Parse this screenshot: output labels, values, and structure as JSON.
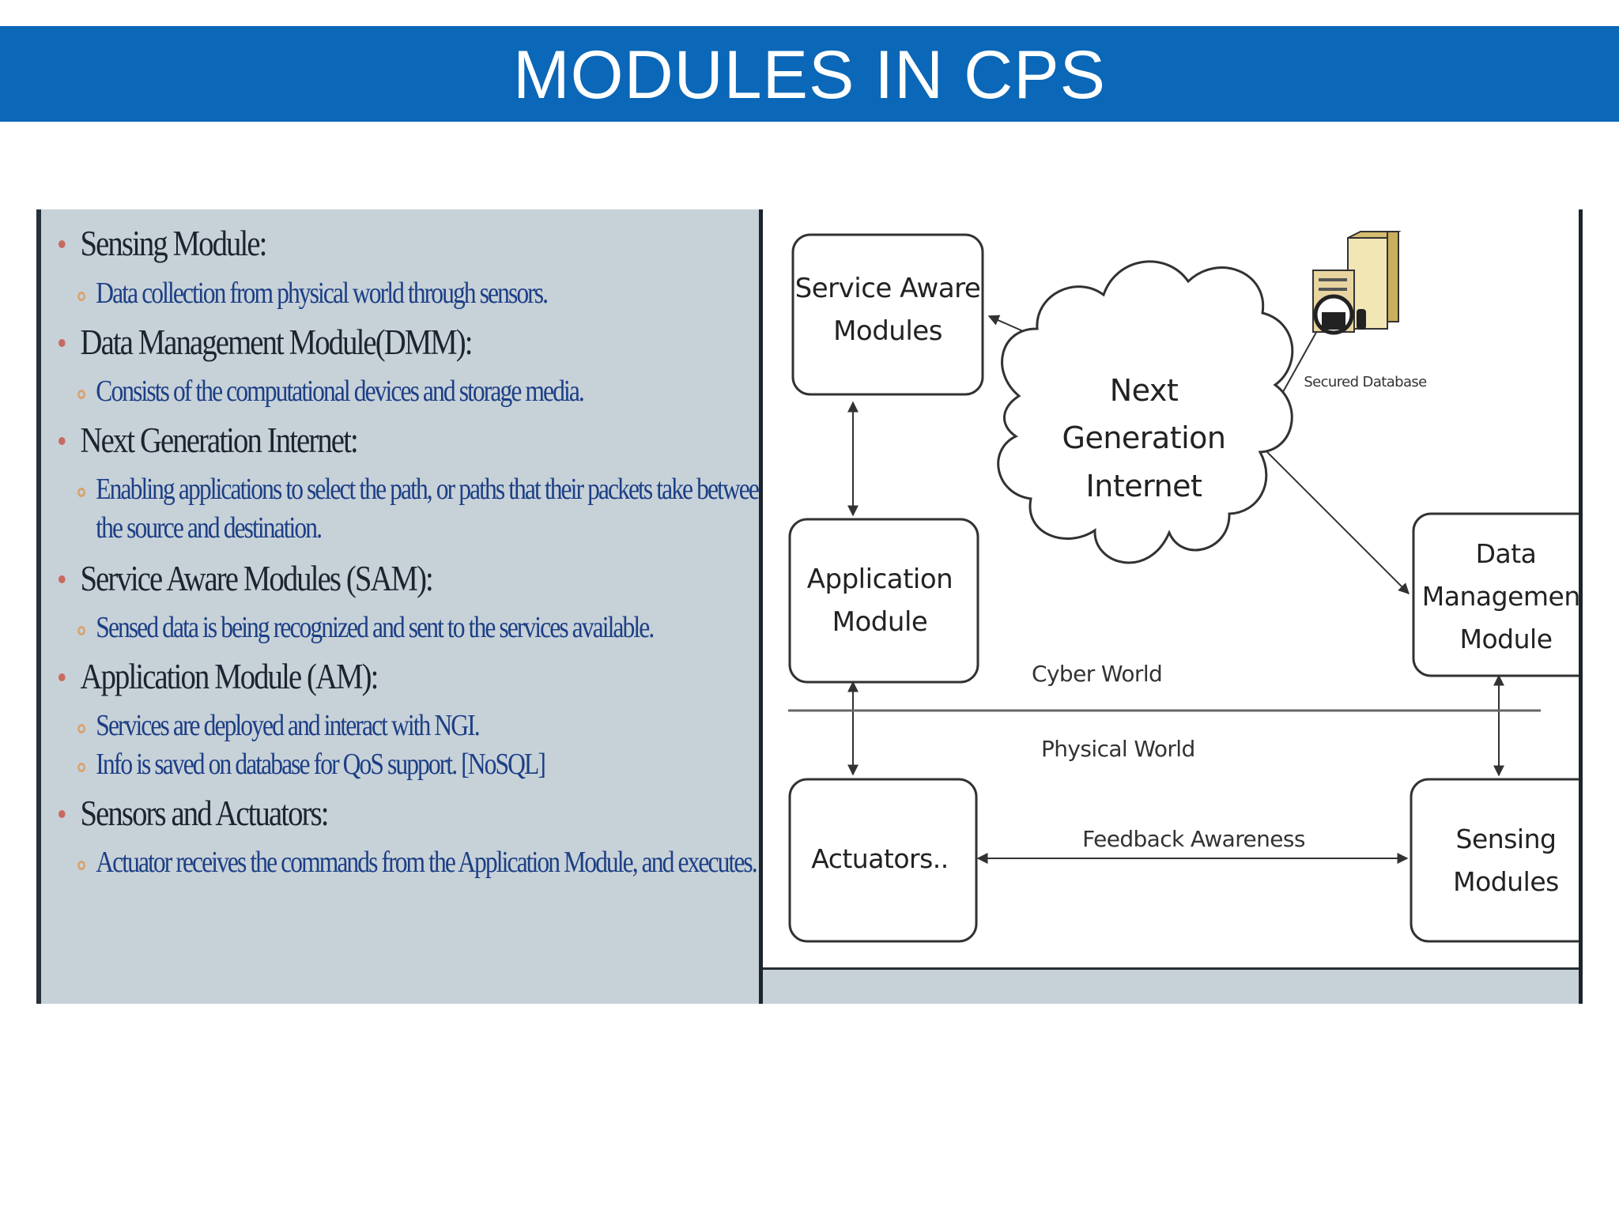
{
  "slide": {
    "title": "MODULES IN CPS"
  },
  "bullets": {
    "sensing": {
      "title": "Sensing Module:",
      "detail": "Data collection from physical world through sensors."
    },
    "data_management": {
      "title": "Data Management Module(DMM):",
      "detail": "Consists of the computational devices and storage media."
    },
    "next_generation": {
      "title": "Next Generation Internet:",
      "detail": "Enabling applications to select the path, or paths that their packets take between the source and destination."
    },
    "service_aware": {
      "title": "Service Aware Modules (SAM):",
      "detail": "Sensed data is being recognized and sent to the services available."
    },
    "application": {
      "title": "Application Module (AM):",
      "details": [
        "Services are deployed and interact with NGI.",
        "Info is saved on database for QoS support. [NoSQL]"
      ]
    },
    "sensors_actuators": {
      "title": "Sensors and Actuators:",
      "detail": "Actuator receives the commands from the Application Module, and executes."
    }
  },
  "diagram": {
    "service_aware_line1": "Service Aware",
    "service_aware_line2": "Modules",
    "application_line1": "Application",
    "application_line2": "Module",
    "cloud_line1": "Next",
    "cloud_line2": "Generation",
    "cloud_line3": "Internet",
    "secured_database": "Secured Database",
    "data_management_line1": "Data",
    "data_management_line2": "Management",
    "data_management_line3": "Module",
    "cyber_world": "Cyber World",
    "physical_world": "Physical World",
    "actuators": "Actuators..",
    "feedback_awareness": "Feedback Awareness",
    "sensing_line1": "Sensing",
    "sensing_line2": "Modules"
  },
  "colors": {
    "title_bar": "#0b67b7",
    "left_panel": "#c7d1d8",
    "main_bullet": "#c86a5f",
    "sub_bullet": "#d9a36e",
    "detail_text": "#1c3f85"
  }
}
